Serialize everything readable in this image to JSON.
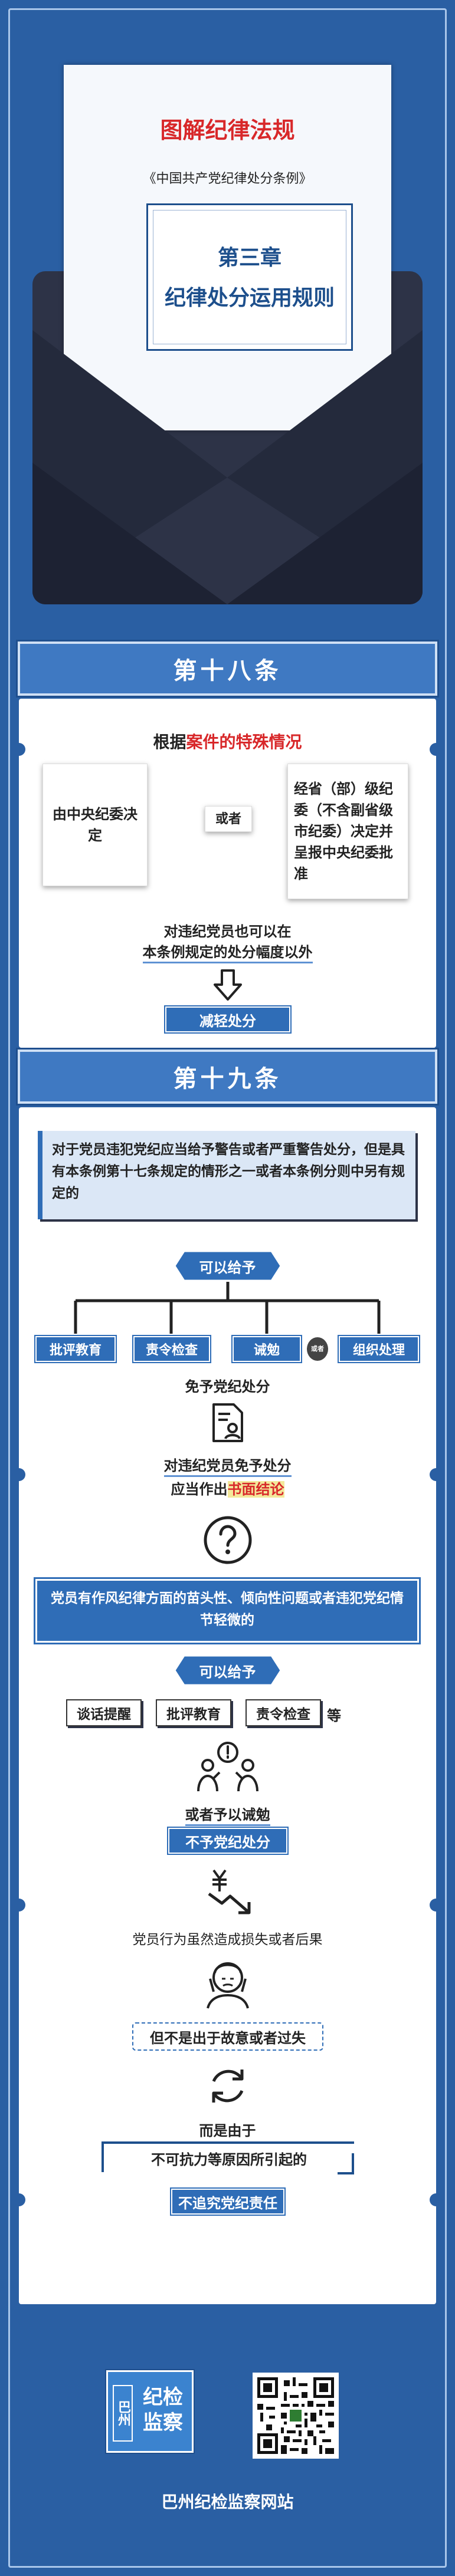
{
  "header": {
    "title": "图解纪律法规",
    "subtitle": "《中国共产党纪律处分条例》",
    "chapter_line1": "第三章",
    "chapter_line2": "纪律处分运用规则"
  },
  "art18": {
    "banner": "第十八条",
    "lead_prefix": "根据",
    "lead_highlight": "案件的特殊情况",
    "left_box": "由中央纪委决定",
    "or": "或者",
    "right_box": "经省（部）级纪委（不含副省级市纪委）决定并呈报中央纪委批准",
    "line1": "对违纪党员也可以在",
    "line2": "本条例规定的处分幅度以外",
    "result": "减轻处分"
  },
  "art19": {
    "banner": "第十九条",
    "intro": "对于党员违犯党纪应当给予警告或者严重警告处分，但是具有本条例第十七条规定的情形之一或者本条例分则中另有规定的",
    "may_give_1": "可以给予",
    "options_1": [
      "批评教育",
      "责令检查",
      "诫勉",
      "组织处理"
    ],
    "or_mark": "或者",
    "exempt": "免予党纪处分",
    "exempt_line1": "对违纪党员免予处分",
    "exempt_line2_prefix": "应当作出",
    "exempt_line2_highlight": "书面结论",
    "minor_text": "党员有作风纪律方面的苗头性、倾向性问题或者违犯党纪情节轻微的",
    "may_give_2": "可以给予",
    "options_2": [
      "谈话提醒",
      "批评教育",
      "责令检查"
    ],
    "etc": "等",
    "or_admonish": "或者予以诫勉",
    "no_punish": "不予党纪处分",
    "loss_text": "党员行为虽然造成损失或者后果",
    "not_intent": "但不是出于故意或者过失",
    "but_due": "而是由于",
    "force_major": "不可抗力等原因所引起的",
    "no_pursue": "不追究党纪责任"
  },
  "footer": {
    "logo_text": "纪检监察",
    "logo_side": "巴州",
    "site_name": "巴州纪检监察网站"
  },
  "colors": {
    "background": "#2a5fa3",
    "accent_red": "#d8282a",
    "navy": "#1d4f8c"
  }
}
